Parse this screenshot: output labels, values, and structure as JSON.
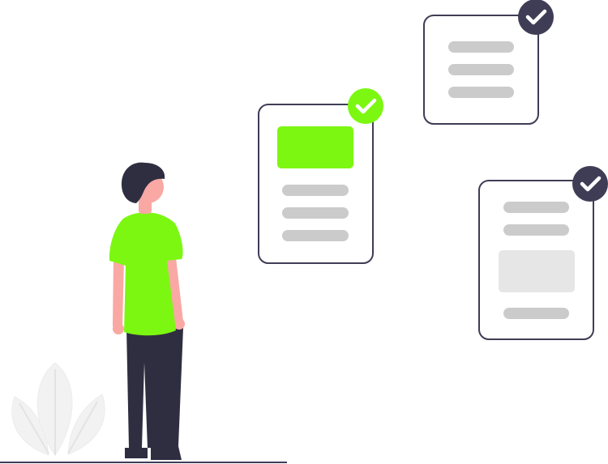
{
  "illustration": {
    "colors": {
      "accent": "#7cf711",
      "dark": "#3f3d56",
      "bar": "#cbcbcb",
      "panel": "#e6e6e6",
      "skin": "#f9a8a4",
      "hair": "#2f2e41",
      "leaf": "#f2f2f2",
      "ground": "#3f3d56"
    },
    "documents": [
      {
        "name": "document-card-left",
        "checked": true,
        "check_color": "#7cf711"
      },
      {
        "name": "document-card-top-right",
        "checked": true,
        "check_color": "#3f3d56"
      },
      {
        "name": "document-card-bottom-right",
        "checked": true,
        "check_color": "#3f3d56"
      }
    ],
    "icons": [
      "check-icon",
      "plant-icon",
      "person-figure"
    ]
  }
}
